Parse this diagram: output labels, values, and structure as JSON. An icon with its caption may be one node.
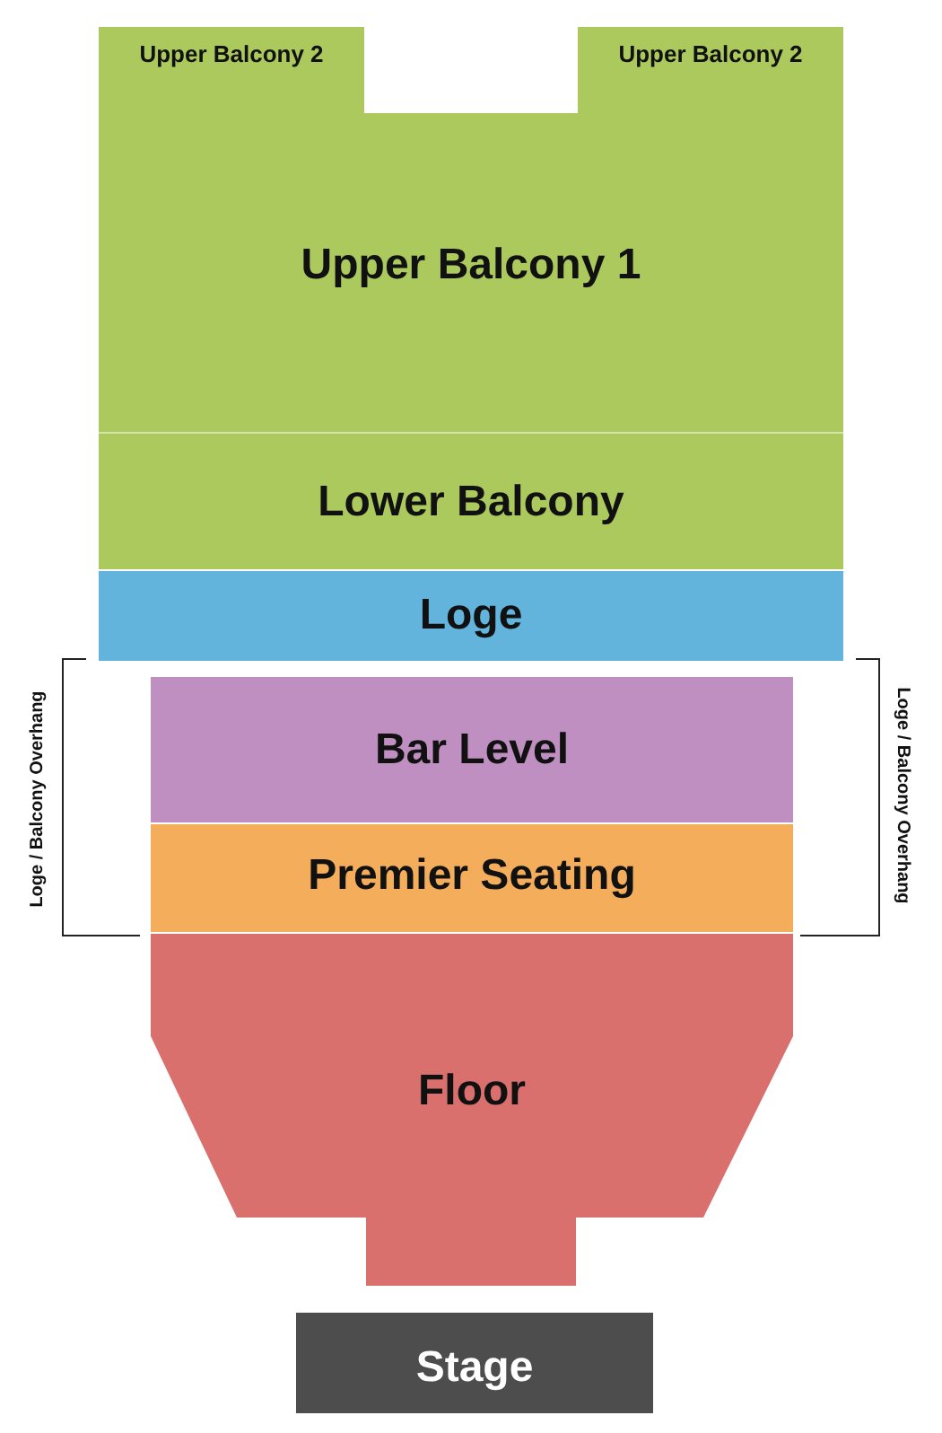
{
  "diagram": {
    "nodes": [
      {
        "text": [
          "Upper Balcony 2"
        ]
      },
      {
        "text": [
          "Upper Balcony 2"
        ]
      },
      {
        "text": [
          "Upper Balcony 1"
        ]
      },
      {
        "text": [
          "Lower Balcony"
        ]
      },
      {
        "text": [
          "Loge"
        ]
      },
      {
        "text": [
          "Bar Level"
        ]
      },
      {
        "text": [
          "Premier Seating"
        ]
      },
      {
        "text": [
          "Floor"
        ]
      },
      {
        "text": [
          "Stage"
        ]
      }
    ],
    "labels": [
      "Loge / Balcony Overhang",
      "Loge / Balcony Overhang"
    ]
  }
}
